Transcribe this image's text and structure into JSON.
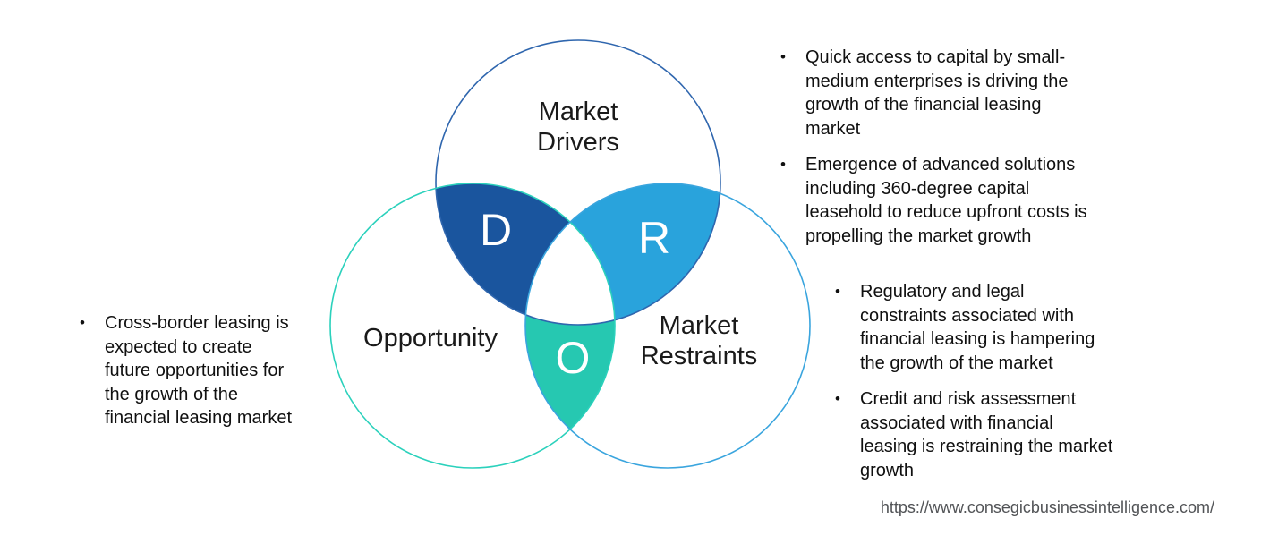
{
  "venn": {
    "drivers": {
      "label_lines": [
        "Market",
        "Drivers"
      ],
      "letter": "D",
      "region_fill": "#1A559E",
      "circle_stroke": "#2F66AE"
    },
    "restraints": {
      "label_lines": [
        "Market",
        "Restraints"
      ],
      "letter": "R",
      "region_fill": "#29A3DC",
      "circle_stroke": "#3AA5DE"
    },
    "opportunity": {
      "label_lines": [
        "Opportunity"
      ],
      "letter": "O",
      "region_fill": "#26C8B1",
      "circle_stroke": "#2BD1BC"
    }
  },
  "bullets": {
    "marker": "•",
    "drivers": [
      {
        "lines": [
          "Quick access to capital by small-",
          "medium enterprises is driving the",
          "growth of the financial leasing",
          "market"
        ]
      },
      {
        "lines": [
          "Emergence of advanced solutions",
          "including 360-degree capital",
          "leasehold to reduce upfront costs is",
          "propelling the market growth"
        ]
      }
    ],
    "restraints": [
      {
        "lines": [
          "Regulatory and legal",
          "constraints associated with",
          "financial leasing is hampering",
          "the growth of the market"
        ]
      },
      {
        "lines": [
          "Credit and risk assessment",
          "associated with financial",
          "leasing is restraining the market",
          "growth"
        ]
      }
    ],
    "opportunity": [
      {
        "lines": [
          "Cross-border leasing is",
          "expected to create",
          "future opportunities for",
          "the growth of the",
          "financial leasing market"
        ]
      }
    ]
  },
  "footer": {
    "url": "https://www.consegicbusinessintelligence.com/"
  }
}
